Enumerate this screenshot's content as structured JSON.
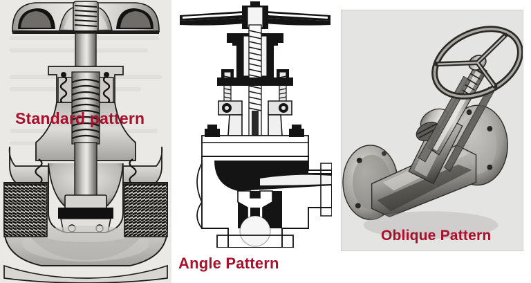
{
  "figure": {
    "title": "Globe valve body patterns",
    "background_color": "#ffffff",
    "caption_color": "#a8102c",
    "panel_count": 3
  },
  "panels": [
    {
      "id": "standard",
      "caption": "Standard pattern",
      "subject": "globe-valve-standard-pattern-cross-section",
      "style": "halftone engraving on aged paper",
      "background_color": "#ebe9e6",
      "parts": [
        "handwheel",
        "stem",
        "packing gland",
        "bonnet",
        "stem threads",
        "disc",
        "seat",
        "body",
        "threaded end connections"
      ]
    },
    {
      "id": "angle",
      "caption": "Angle Pattern",
      "subject": "angle-pattern-globe-valve-cross-section",
      "style": "high contrast black and white line art",
      "background_color": "#ffffff",
      "parts": [
        "handwheel",
        "yoke nut",
        "stem",
        "yoke",
        "bonnet bolts",
        "bonnet flange",
        "body",
        "plug disc",
        "seat ring",
        "outlet flange"
      ]
    },
    {
      "id": "oblique",
      "caption": "Oblique Pattern",
      "subject": "oblique-y-pattern-globe-valve-photograph",
      "style": "monochrome photographic plate",
      "background_color": "#e9e8e6",
      "border_color": "#cfcecb",
      "parts": [
        "handwheel",
        "inclined stem",
        "gland",
        "inclined bonnet",
        "body",
        "inlet flange",
        "outlet flange"
      ]
    }
  ]
}
